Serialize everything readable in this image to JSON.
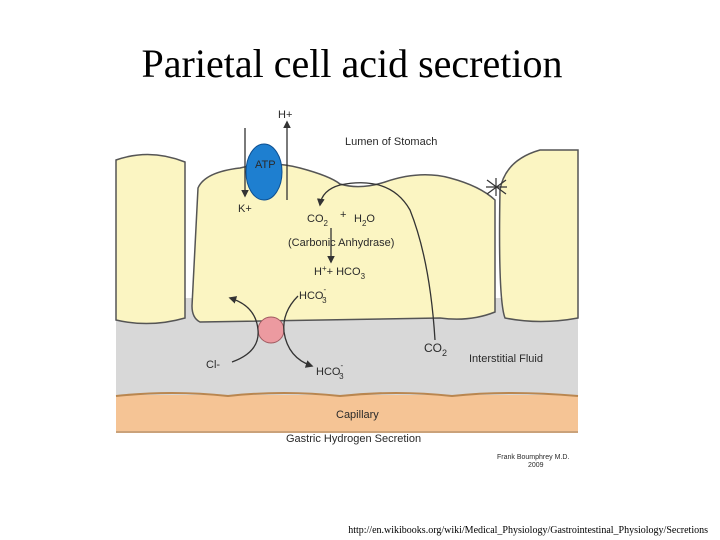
{
  "title": "Parietal cell acid secretion",
  "labels": {
    "h_plus_top": "H+",
    "lumen": "Lumen of Stomach",
    "atp": "ATP",
    "k_plus": "K+",
    "co2": "CO",
    "co2_sub": "2",
    "plus": "+",
    "h2o_h": "H",
    "h2o_sub": "2",
    "h2o_o": "O",
    "enzyme": "(Carbonic Anhydrase)",
    "h_hco3": "H",
    "h_hco3_sup": "+",
    "h_hco3_rest": "+ HCO",
    "h_hco3_sub": "3",
    "hco3_cell": "HCO",
    "hco3_cell_sub": "3",
    "hco3_cell_sup": "-",
    "cl": "Cl-",
    "hco3_out": "HCO",
    "hco3_out_sub": "3",
    "hco3_out_sup": "-",
    "co2_interstitial": "CO",
    "co2_interstitial_sub": "2",
    "interstitial": "Interstitial Fluid",
    "capillary": "Capillary",
    "caption": "Gastric Hydrogen Secretion",
    "author": "Frank Boumphrey M.D.",
    "year": "2009"
  },
  "source_url": "http://en.wikibooks.org/wiki/Medical_Physiology/Gastrointestinal_Physiology/Secretions",
  "colors": {
    "cell_fill": "#fbf5c2",
    "interstitial_fill": "#d8d8d8",
    "capillary_fill": "#f5c495",
    "atp_pump": "#1e7fd0",
    "antiporter": "#ec9aa0",
    "enzyme_text": "#d42020"
  }
}
